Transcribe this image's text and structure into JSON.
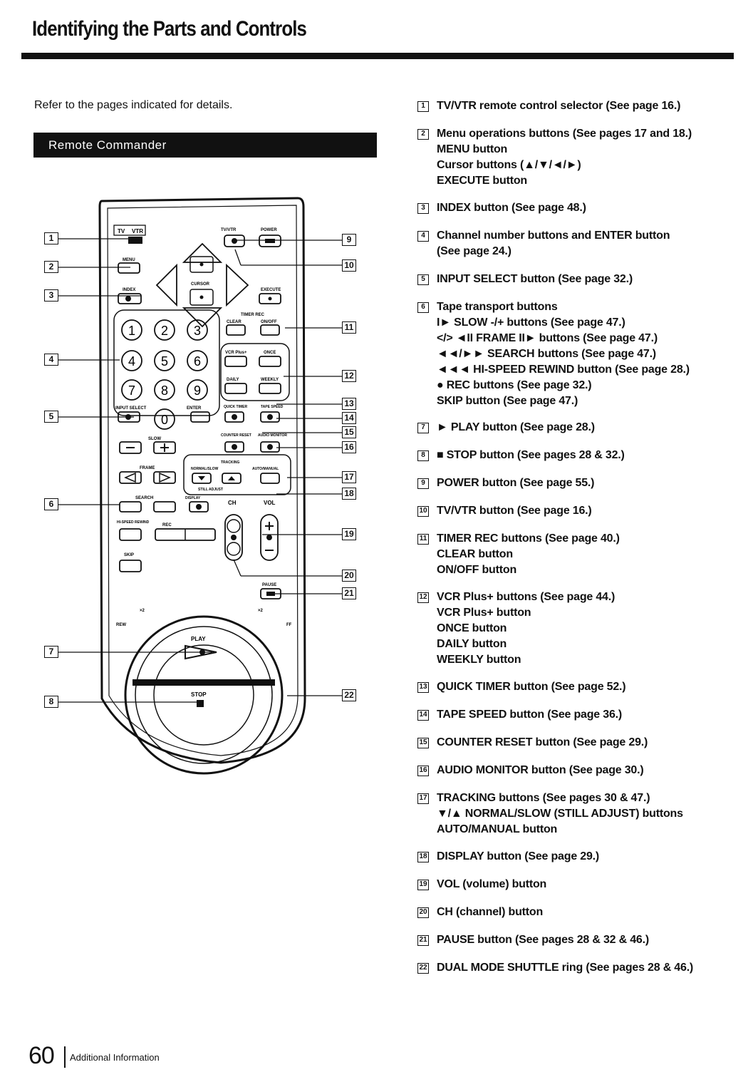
{
  "page": {
    "title": "Identifying the Parts and Controls",
    "intro": "Refer to the pages indicated for details.",
    "section_header": "Remote Commander"
  },
  "diagram": {
    "labels": {
      "tv": "TV",
      "vtr": "VTR",
      "tv_vtr": "TV/VTR",
      "power": "POWER",
      "menu": "MENU",
      "index": "INDEX",
      "cursor": "CURSOR",
      "execute": "EXECUTE",
      "timer_rec": "TIMER REC",
      "clear": "CLEAR",
      "on_off": "ON/OFF",
      "vcr_plus": "VCR Plus+",
      "once": "ONCE",
      "daily": "DAILY",
      "weekly": "WEEKLY",
      "input_select": "INPUT SELECT",
      "enter": "ENTER",
      "quick_timer": "QUICK TIMER",
      "tape_speed": "TAPE SPEED",
      "slow": "SLOW",
      "frame": "FRAME",
      "counter_reset": "COUNTER RESET",
      "audio_monitor": "AUDIO MONITOR",
      "tracking": "TRACKING",
      "normal_slow": "NORMAL/SLOW",
      "auto_manual": "AUTO/MANUAL",
      "still_adjust": "STILL ADJUST",
      "search": "SEARCH",
      "display": "DISPLAY",
      "ch": "CH",
      "vol": "VOL",
      "hi_speed_rewind": "HI-SPEED REWIND",
      "rec": "REC",
      "skip": "SKIP",
      "pause": "PAUSE",
      "play": "PLAY",
      "stop": "STOP",
      "rew": "REW",
      "ff": "FF",
      "x2_left": "×2",
      "x2_right": "×2"
    },
    "digits": [
      "1",
      "2",
      "3",
      "4",
      "5",
      "6",
      "7",
      "8",
      "9",
      "0"
    ],
    "callouts_left": [
      "1",
      "2",
      "3",
      "4",
      "5",
      "6",
      "7",
      "8"
    ],
    "callouts_right": [
      "9",
      "10",
      "11",
      "12",
      "13",
      "14",
      "15",
      "16",
      "17",
      "18",
      "19",
      "20",
      "21",
      "22"
    ]
  },
  "legend": [
    {
      "num": "1",
      "lines": [
        "TV/VTR remote control selector (See page 16.)"
      ]
    },
    {
      "num": "2",
      "lines": [
        "Menu operations buttons (See pages 17 and 18.)",
        "MENU button",
        "Cursor buttons (▲/▼/◄/►)",
        "EXECUTE button"
      ]
    },
    {
      "num": "3",
      "lines": [
        "INDEX button (See page 48.)"
      ]
    },
    {
      "num": "4",
      "lines": [
        "Channel number buttons and ENTER button",
        "(See page 24.)"
      ]
    },
    {
      "num": "5",
      "lines": [
        "INPUT SELECT button (See page 32.)"
      ]
    },
    {
      "num": "6",
      "lines": [
        "Tape transport buttons",
        "I► SLOW -/+ buttons (See page 47.)",
        "</> ◄II FRAME II► buttons (See page 47.)",
        "◄◄/►► SEARCH buttons (See page 47.)",
        "◄◄◄ HI-SPEED REWIND button (See page 28.)",
        "● REC buttons (See page 32.)",
        "SKIP button (See page 47.)"
      ]
    },
    {
      "num": "7",
      "lines": [
        "► PLAY button (See page 28.)"
      ]
    },
    {
      "num": "8",
      "lines": [
        "■ STOP button (See pages 28 & 32.)"
      ]
    },
    {
      "num": "9",
      "lines": [
        "POWER button (See page 55.)"
      ]
    },
    {
      "num": "10",
      "lines": [
        "TV/VTR button (See page 16.)"
      ]
    },
    {
      "num": "11",
      "lines": [
        "TIMER REC buttons (See page 40.)",
        "CLEAR button",
        "ON/OFF button"
      ]
    },
    {
      "num": "12",
      "lines": [
        "VCR Plus+ buttons (See page 44.)",
        "VCR Plus+ button",
        "ONCE button",
        "DAILY button",
        "WEEKLY button"
      ]
    },
    {
      "num": "13",
      "lines": [
        "QUICK TIMER button (See page 52.)"
      ]
    },
    {
      "num": "14",
      "lines": [
        "TAPE SPEED button (See page 36.)"
      ]
    },
    {
      "num": "15",
      "lines": [
        "COUNTER RESET button (See page 29.)"
      ]
    },
    {
      "num": "16",
      "lines": [
        "AUDIO MONITOR button (See page 30.)"
      ]
    },
    {
      "num": "17",
      "lines": [
        "TRACKING buttons (See pages 30 & 47.)",
        "▼/▲ NORMAL/SLOW (STILL ADJUST) buttons",
        "AUTO/MANUAL button"
      ]
    },
    {
      "num": "18",
      "lines": [
        "DISPLAY button (See page 29.)"
      ]
    },
    {
      "num": "19",
      "lines": [
        "VOL (volume) button"
      ]
    },
    {
      "num": "20",
      "lines": [
        "CH (channel) button"
      ]
    },
    {
      "num": "21",
      "lines": [
        "PAUSE button (See pages 28 & 32 & 46.)"
      ]
    },
    {
      "num": "22",
      "lines": [
        "DUAL MODE SHUTTLE ring (See pages 28 & 46.)"
      ]
    }
  ],
  "footer": {
    "page_number": "60",
    "section": "Additional Information"
  }
}
